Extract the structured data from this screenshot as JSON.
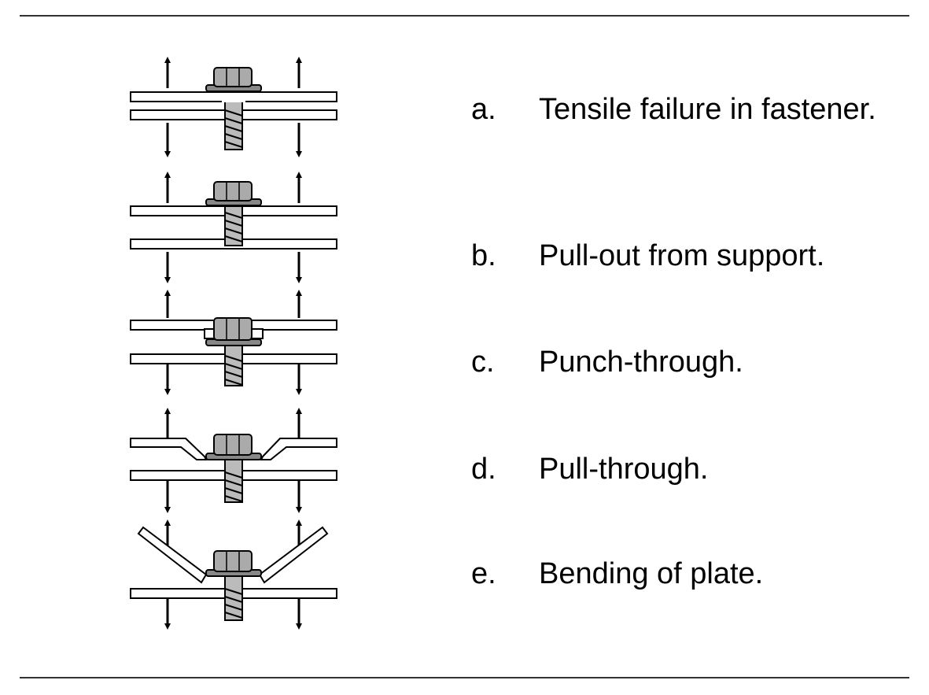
{
  "items": [
    {
      "letter": "a.",
      "text": "Tensile failure in fastener."
    },
    {
      "letter": "b.",
      "text": "Pull-out from support."
    },
    {
      "letter": "c.",
      "text": "Punch-through."
    },
    {
      "letter": "d.",
      "text": "Pull-through."
    },
    {
      "letter": "e.",
      "text": "Bending of plate."
    }
  ]
}
